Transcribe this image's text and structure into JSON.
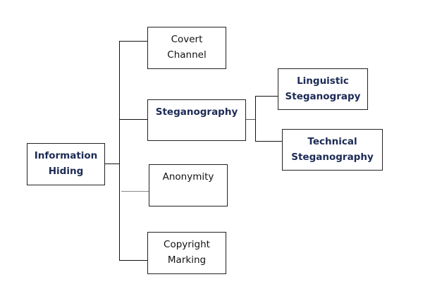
{
  "root": {
    "label_line1": "Information",
    "label_line2": "Hiding"
  },
  "children": [
    {
      "label_line1": "Covert",
      "label_line2": "Channel"
    },
    {
      "label_line1": "Steganography",
      "label_line2": ""
    },
    {
      "label_line1": "Anonymity",
      "label_line2": ""
    },
    {
      "label_line1": "Copyright",
      "label_line2": "Marking"
    }
  ],
  "steganography_children": [
    {
      "label_line1": "Linguistic",
      "label_line2": "Steganograpy"
    },
    {
      "label_line1": "Technical",
      "label_line2": "Steganography"
    }
  ],
  "colors": {
    "bold_text": "#1c2a55",
    "line": "#111111"
  }
}
